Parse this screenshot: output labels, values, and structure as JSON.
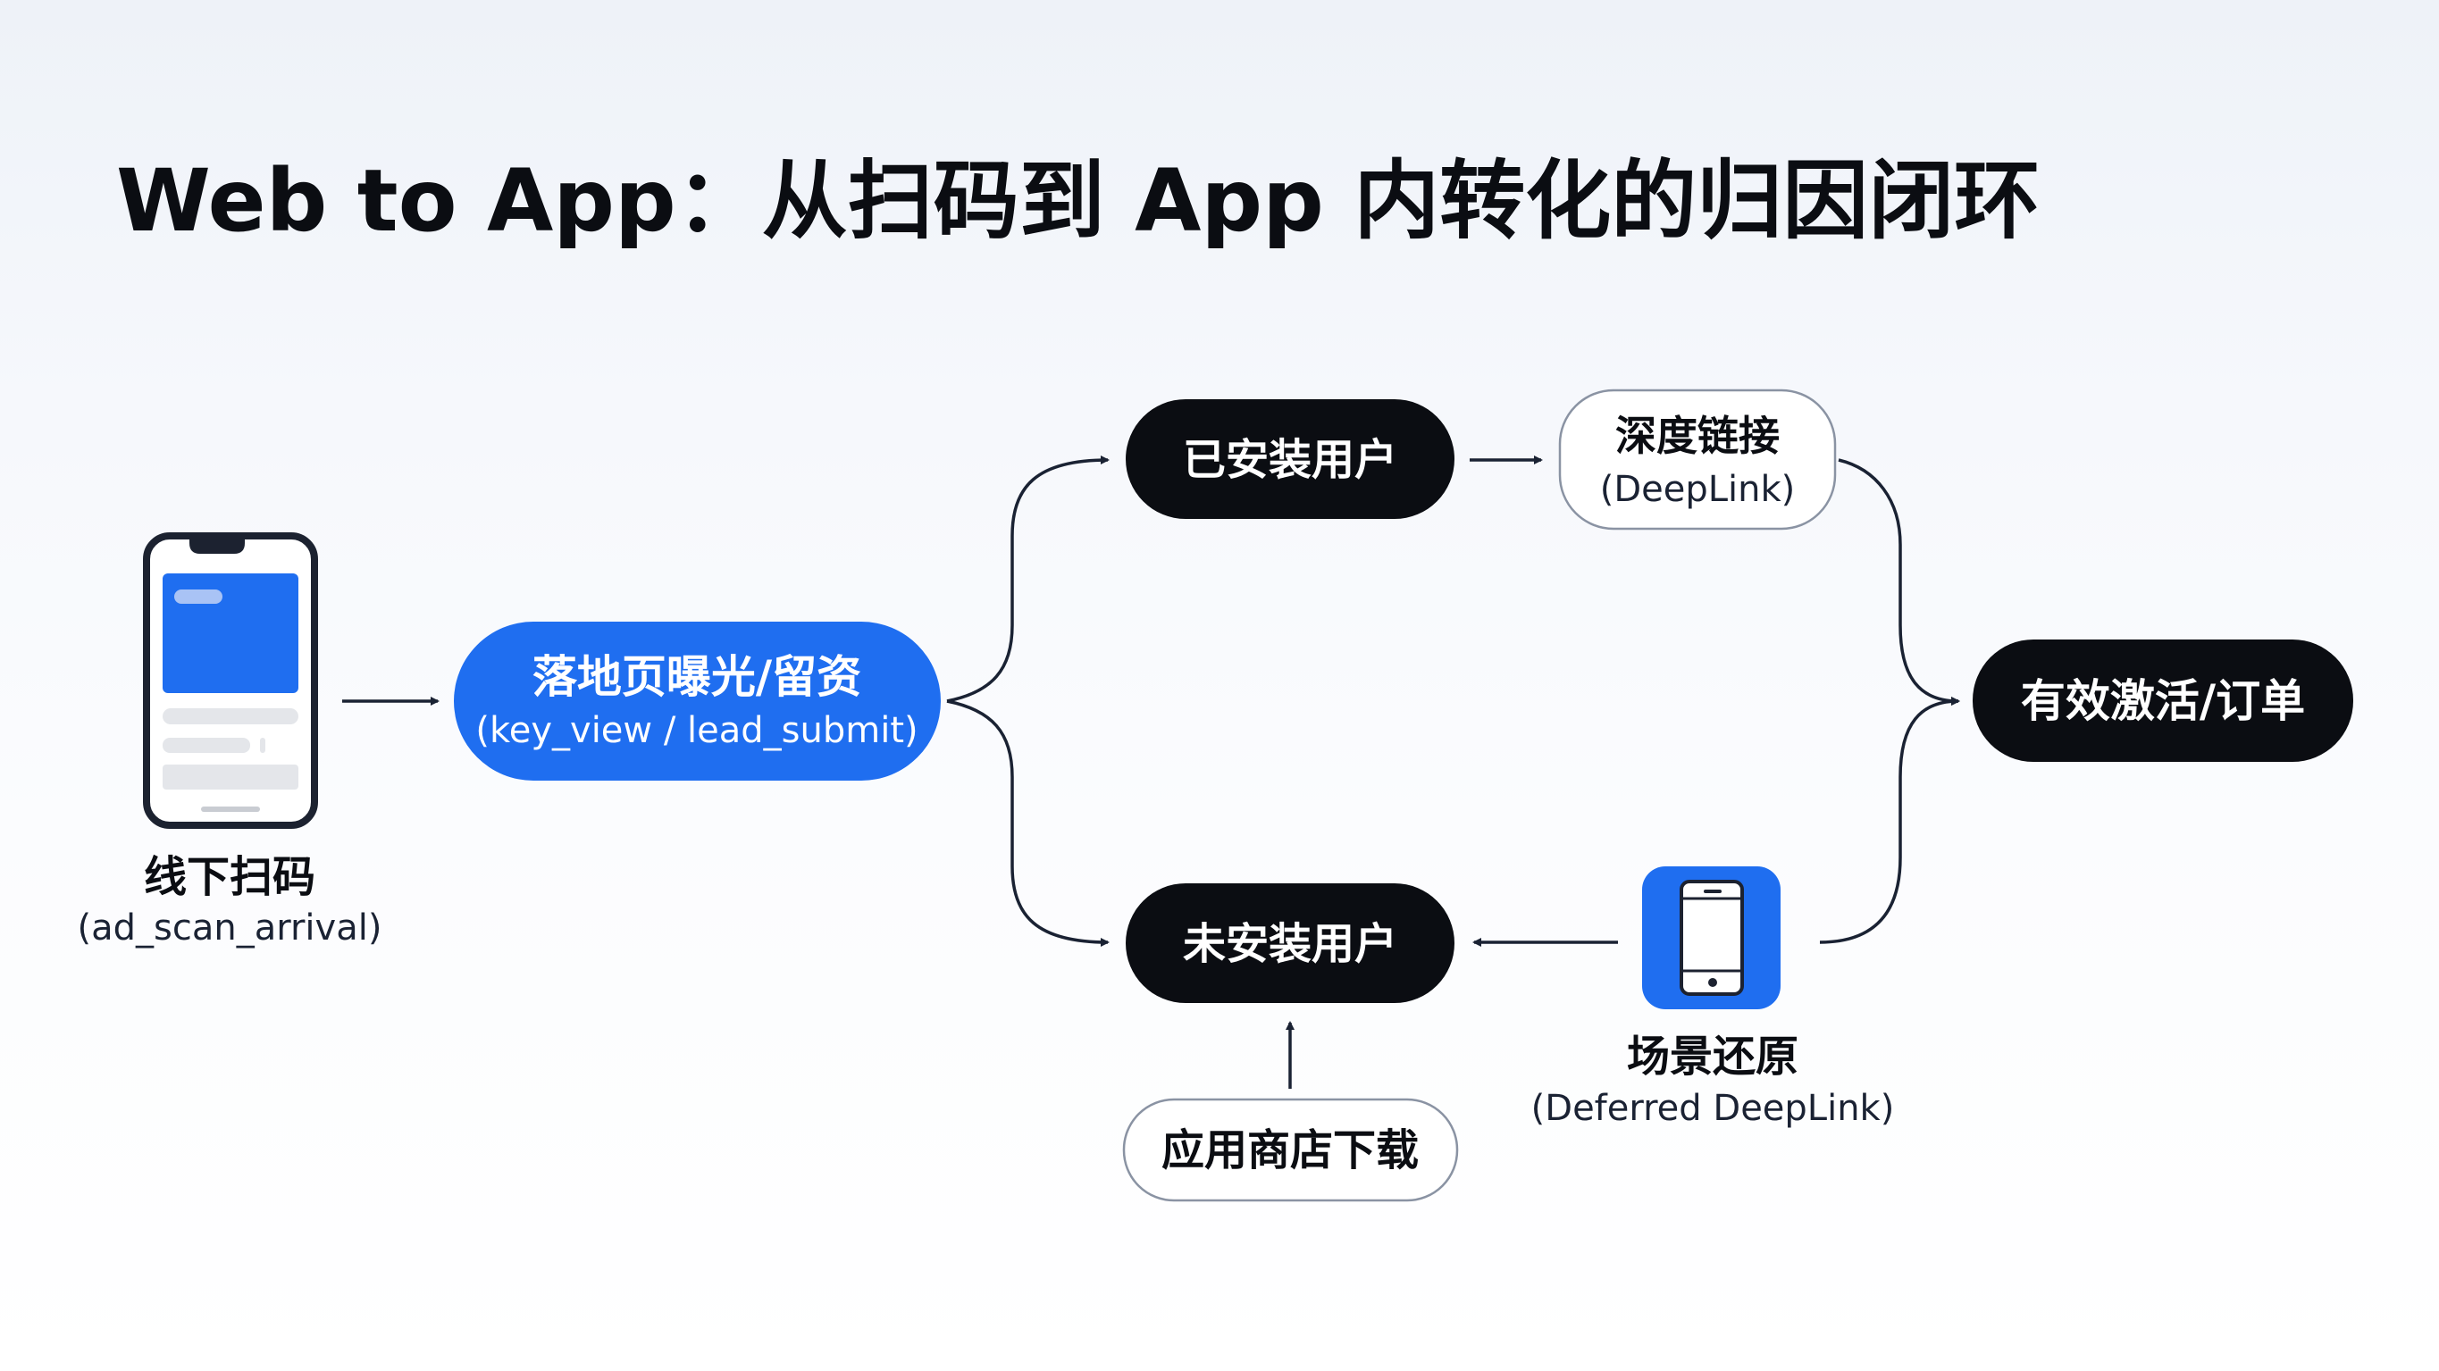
{
  "title": "Web to App：从扫码到 App 内转化的归因闭环",
  "nodes": {
    "scan": {
      "label": "线下扫码",
      "event": "(ad_scan_arrival)"
    },
    "landing": {
      "label": "落地页曝光/留资",
      "event": "(key_view / lead_submit)"
    },
    "installed": {
      "label": "已安装用户"
    },
    "deeplink": {
      "label": "深度链接",
      "sub": "(DeepLink)"
    },
    "conversion": {
      "label": "有效激活/订单"
    },
    "not_installed": {
      "label": "未安装用户"
    },
    "app_store": {
      "label": "应用商店下载"
    },
    "restore": {
      "label": "场景还原",
      "sub": "(Deferred DeepLink)"
    }
  },
  "colors": {
    "blue": "#1f6ef0",
    "dark": "#0b0d12",
    "line": "#1a2233"
  }
}
